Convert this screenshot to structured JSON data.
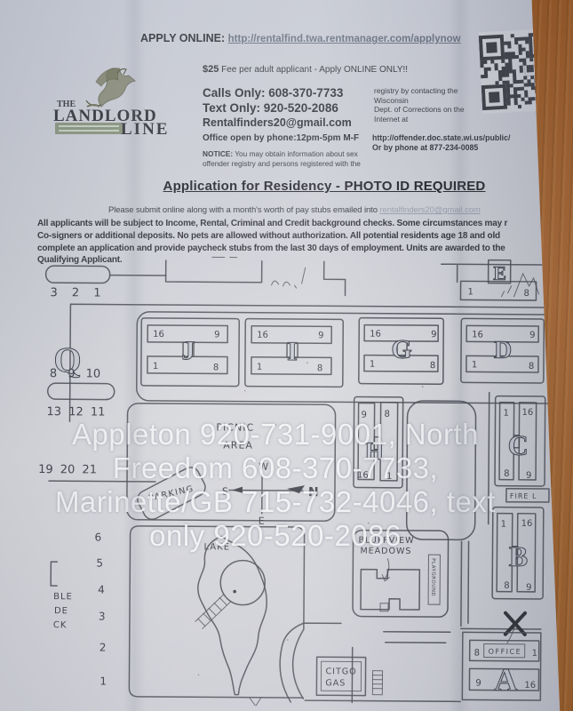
{
  "header": {
    "apply_label": "APPLY ONLINE:",
    "apply_url": "http://rentalfind.twa.rentmanager.com/applynow",
    "fee_amount": "$25",
    "fee_text": " Fee per adult applicant - Apply ONLINE ONLY!!",
    "logo": {
      "the": "THE",
      "landlord": "LANDLORD",
      "line": "LINE"
    },
    "contact": {
      "calls": "Calls Only: 608-370-7733",
      "texts": "Text Only: 920-520-2086",
      "email": "Rentalfinders20@gmail.com",
      "office": "Office open by phone:12pm-5pm M-F"
    },
    "notice_label": "NOTICE:",
    "notice_line1": " You may obtain information about  sex",
    "notice_line2": "offender registry and persons registered  with the",
    "registry_line1": "registry by contacting the",
    "registry_line2": "Wisconsin",
    "registry_line3": "Dept. of Corrections on the",
    "registry_line4": "Internet at",
    "offender_url": "http://offender.doc.state.wi.us/public/",
    "offender_phone": "Or by phone at 877-234-0085"
  },
  "application": {
    "title": "Application for Residency - PHOTO ID REQUIRED",
    "submit_prefix": "Please submit online along with a month's worth of pay stubs emailed into ",
    "submit_email": "rentalfinders20@gmail.com",
    "body_line1": "All applicants will be subject to Income, Rental, Criminal and Credit background checks.  Some circumstances may r",
    "body_line2": "Co-signers or additional deposits.  No pets are allowed without authorization.  All potential residents age 18 and old",
    "body_line3": "complete an application and provide paycheck stubs from the last 30 days of employment. Units are awarded to the",
    "body_line4": "Qualifying Applicant."
  },
  "watermark": {
    "line1": "Appleton 920-731-9001, North",
    "line2": "Freedom 608-370-7733,",
    "line3": "Marinette/GB 715-732-4046, text",
    "line4": "only 920-520-2086"
  },
  "map": {
    "rows": {
      "r321": "3 2 1",
      "r8910": "8 9 10",
      "r131211": "13 12 11",
      "r192021": "19 20 21"
    },
    "left_units": {
      "u6": "6",
      "u5": "5",
      "u4": "4",
      "u3": "3",
      "u2": "2",
      "u1": "1"
    },
    "fragments": {
      "f1": "BLE",
      "f2": "DE",
      "f3": "CK"
    },
    "labels": {
      "picnic1": "PICNIC",
      "picnic2": "AREA",
      "parking": "PARKING",
      "lake": "LAKE",
      "fire": "FIRE L",
      "bluff1": "BLUFFVIEW",
      "bluff2": "MEADOWS",
      "citgo1": "CITGO",
      "citgo2": "GAS",
      "vertical_sign": "PLAYGROUND",
      "office": "OFFICE",
      "x_mark": "X"
    },
    "compass": {
      "n": "N",
      "s": "S",
      "e": "E",
      "w": "W"
    },
    "buildings": {
      "q": {
        "letter": "Q"
      },
      "j": {
        "letter": "J",
        "tl": "16",
        "tr": "9",
        "bl": "1",
        "br": "8"
      },
      "i": {
        "letter": "I",
        "tl": "16",
        "tr": "9",
        "bl": "1",
        "br": "8"
      },
      "g": {
        "letter": "G",
        "tl": "16",
        "tr": "9",
        "bl": "1",
        "br": "8"
      },
      "d": {
        "letter": "D",
        "tl": "16",
        "tr": "9",
        "bl": "1",
        "br": "8"
      },
      "e": {
        "letter": "E",
        "bl": "1",
        "br": "8"
      },
      "h": {
        "letter": "H",
        "tl": "9",
        "tr": "8",
        "bl": "16",
        "br": "1"
      },
      "c": {
        "letter": "C",
        "tl": "1",
        "tr": "16",
        "bl": "8",
        "br": "9"
      },
      "b": {
        "letter": "B",
        "tl": "1",
        "tr": "16",
        "bl": "8",
        "br": "9"
      },
      "a": {
        "letter": "A",
        "tl": "8",
        "tr": "1",
        "bl": "9",
        "br": "16"
      }
    }
  }
}
